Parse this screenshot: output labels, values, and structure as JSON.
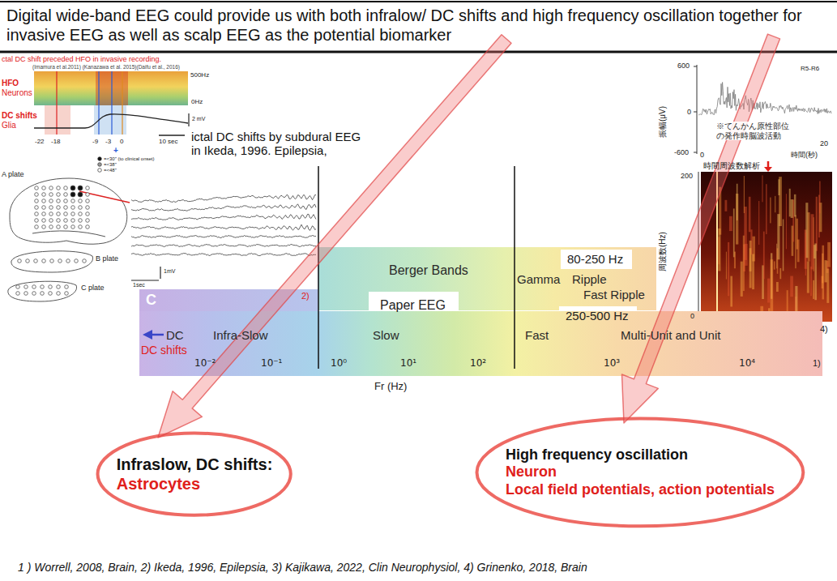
{
  "diagram": {
    "title": "Digital wide-band EEG could provide us with both infralow/ DC shifts and high frequency oscillation together for invasive EEG as well as scalp EEG as the potential biomarker",
    "caption": "1 ) Worrell, 2008, Brain, 2) Ikeda, 1996, Epilepsia, 3) Kajikawa, 2022, Clin Neurophysiol, 4) Grinenko, 2018, Brain",
    "nodes": [
      {
        "text": [
          "Berger Bands",
          "Gamma",
          "Ripple",
          "Fast Ripple"
        ]
      },
      {
        "text": [
          "Paper EEG"
        ],
        "in": 0
      },
      {
        "text": [
          "80-250 Hz"
        ],
        "in": 0
      },
      {
        "text": [
          "250-500 Hz"
        ],
        "in": 0
      },
      {
        "text": [
          "DC",
          "Infra-Slow",
          "Slow",
          "Fast",
          "Multi-Unit and Unit",
          "DC shifts"
        ]
      },
      {
        "text": [
          "Infraslow, DC shifts:",
          "Astrocytes"
        ]
      },
      {
        "text": [
          "High frequency oscillation",
          "Neuron",
          "Local field potentials, action potentials"
        ]
      }
    ],
    "labels": [
      "ctal DC shift preceded HFO in invasive recording.",
      "(Imamura et al.2011) (Kanazawa et al. 2015)(Daifu et al., 2016)",
      "500Hz",
      "0Hz",
      "HFO",
      "Neurons",
      "DC shifts",
      "Glia",
      "-22",
      "-18",
      "-9",
      "-3",
      "0",
      "+",
      "10 sec",
      "2 mV",
      "ictal DC shifts by subdural EEG in Ikeda, 1996. Epilepsia,",
      "A plate",
      "B plate",
      "C plate",
      "1mV",
      "1sec",
      "2)",
      "C",
      "10⁻²",
      "10⁻¹",
      "10⁰",
      "10¹",
      "10²",
      "10³",
      "10⁴",
      "1)",
      "Fr (Hz)",
      "600",
      "0",
      "-600",
      "R5-R6",
      "振幅(μV)",
      "※てんかん原性部位 の発作時脳波活動",
      "0",
      "20",
      "時間(秒)",
      "時間周波数解析",
      "200",
      "周波数(Hz)",
      "0",
      "4)"
    ],
    "legend": [
      {
        "text": "=<30\" (to clinical onset)"
      },
      {
        "text": "=<38\""
      },
      {
        "text": "=<48\""
      }
    ]
  }
}
